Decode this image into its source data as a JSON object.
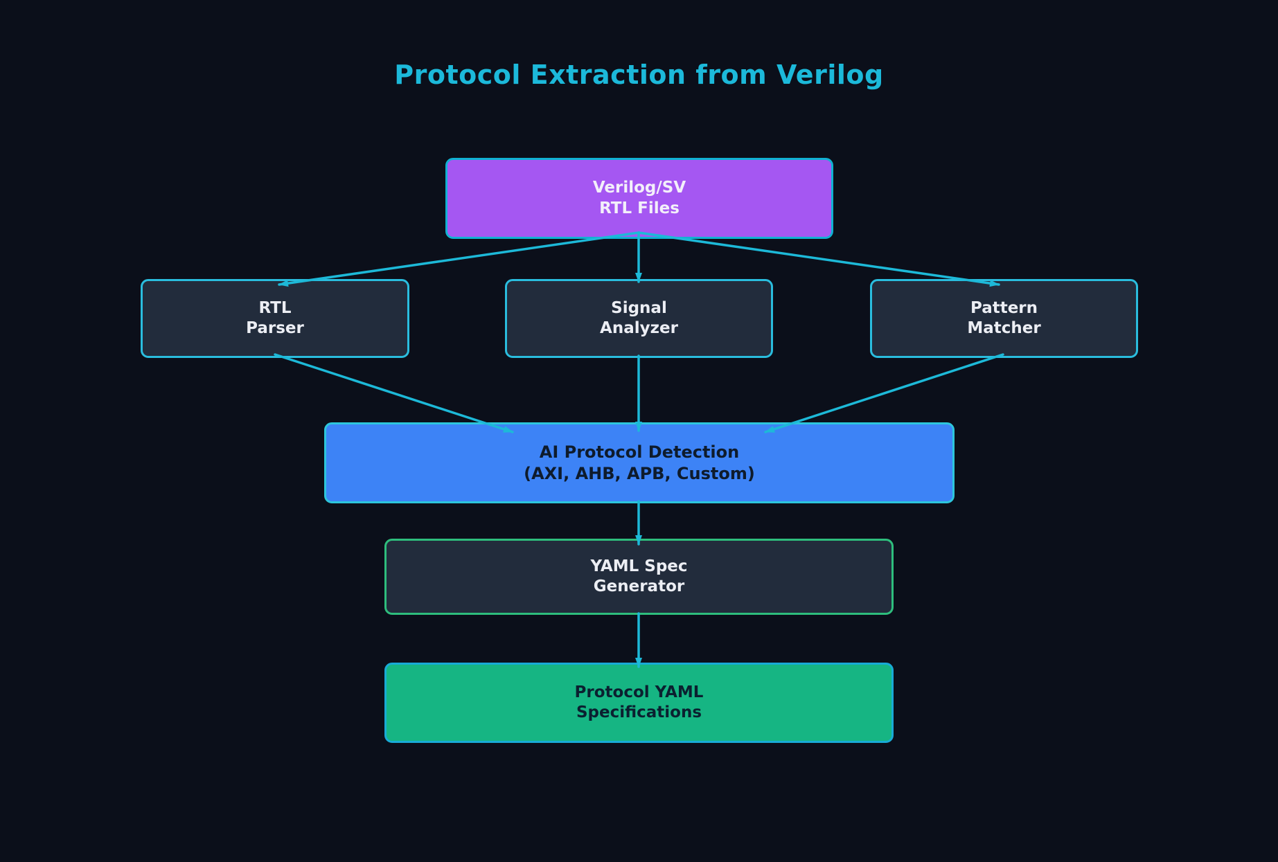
{
  "title": "Protocol Extraction from Verilog",
  "colors": {
    "background": "#0b0f1a",
    "title": "#1cb9da",
    "edge": "#1db9d8"
  },
  "diagram": {
    "type": "flowchart",
    "direction": "top-down",
    "nodes": [
      {
        "id": "verilog-rtl-files",
        "label_lines": [
          "Verilog/SV",
          "RTL Files"
        ],
        "fill": "#a557f2",
        "border": "#10b2d2",
        "text": "#f3effa"
      },
      {
        "id": "rtl-parser",
        "label_lines": [
          "RTL",
          "Parser"
        ],
        "fill": "#222c3c",
        "border": "#2abdde",
        "text": "#eceef4"
      },
      {
        "id": "signal-analyzer",
        "label_lines": [
          "Signal",
          "Analyzer"
        ],
        "fill": "#222c3c",
        "border": "#2abdde",
        "text": "#eceef4"
      },
      {
        "id": "pattern-matcher",
        "label_lines": [
          "Pattern",
          "Matcher"
        ],
        "fill": "#222c3c",
        "border": "#2abdde",
        "text": "#eceef4"
      },
      {
        "id": "ai-protocol-detection",
        "label_lines": [
          "AI Protocol Detection",
          "(AXI, AHB, APB, Custom)"
        ],
        "fill": "#3d83f6",
        "border": "#2dc6dc",
        "text": "#0e1b2c"
      },
      {
        "id": "yaml-spec-generator",
        "label_lines": [
          "YAML Spec",
          "Generator"
        ],
        "fill": "#222c3c",
        "border": "#2ebe7d",
        "text": "#eceef4"
      },
      {
        "id": "protocol-yaml-specifications",
        "label_lines": [
          "Protocol YAML",
          "Specifications"
        ],
        "fill": "#16b583",
        "border": "#18abd6",
        "text": "#0b2030"
      }
    ],
    "edges": [
      {
        "from": "verilog-rtl-files",
        "to": "rtl-parser"
      },
      {
        "from": "verilog-rtl-files",
        "to": "signal-analyzer"
      },
      {
        "from": "verilog-rtl-files",
        "to": "pattern-matcher"
      },
      {
        "from": "rtl-parser",
        "to": "ai-protocol-detection"
      },
      {
        "from": "signal-analyzer",
        "to": "ai-protocol-detection"
      },
      {
        "from": "pattern-matcher",
        "to": "ai-protocol-detection"
      },
      {
        "from": "ai-protocol-detection",
        "to": "yaml-spec-generator"
      },
      {
        "from": "yaml-spec-generator",
        "to": "protocol-yaml-specifications"
      }
    ]
  }
}
